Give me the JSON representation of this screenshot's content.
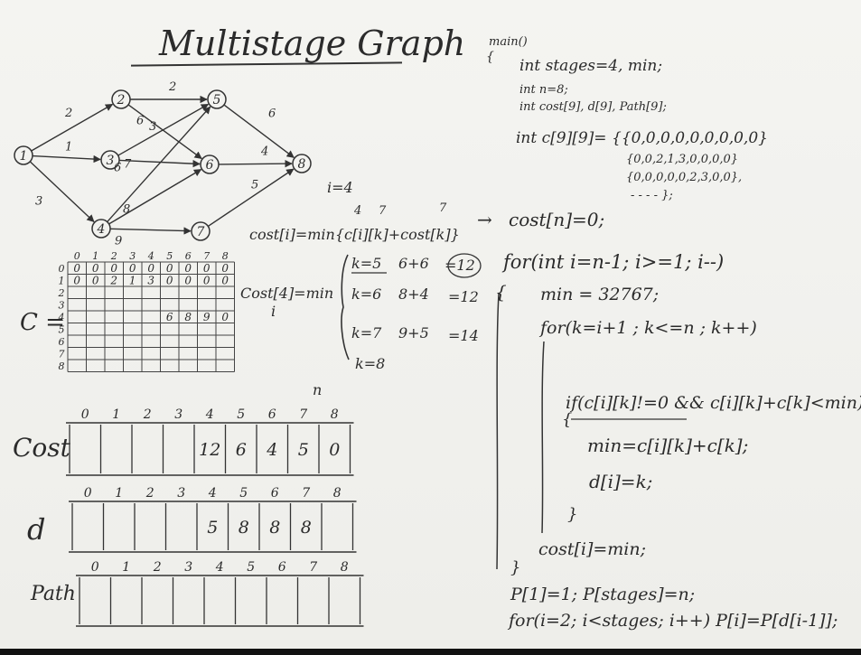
{
  "title": "Multistage Graph",
  "graph": {
    "nodes": [
      "1",
      "2",
      "3",
      "4",
      "5",
      "6",
      "7",
      "8"
    ],
    "edges": [
      {
        "from": "1",
        "to": "2",
        "w": "2"
      },
      {
        "from": "1",
        "to": "3",
        "w": "1"
      },
      {
        "from": "1",
        "to": "4",
        "w": "3"
      },
      {
        "from": "2",
        "to": "5",
        "w": "2"
      },
      {
        "from": "2",
        "to": "6",
        "w": "3"
      },
      {
        "from": "3",
        "to": "5",
        "w": "6"
      },
      {
        "from": "3",
        "to": "6",
        "w": "7"
      },
      {
        "from": "4",
        "to": "5",
        "w": "6"
      },
      {
        "from": "4",
        "to": "6",
        "w": "8"
      },
      {
        "from": "4",
        "to": "7",
        "w": "9"
      },
      {
        "from": "5",
        "to": "8",
        "w": "6"
      },
      {
        "from": "6",
        "to": "8",
        "w": "4"
      },
      {
        "from": "7",
        "to": "8",
        "w": "5"
      }
    ]
  },
  "equations": {
    "i_value": "i=4",
    "superscript_a": "4",
    "superscript_b": "7",
    "superscript_c": "7",
    "general": "cost[i]=min{c[i][k]+cost[k]}",
    "arrow": "→",
    "base": "cost[n]=0;",
    "cost4": "Cost[4]=min",
    "cost4_i": "i",
    "k5": "k=5",
    "k5_expr": "6+6",
    "k5_result": "=12",
    "k6": "k=6",
    "k6_expr": "8+4",
    "k6_result": "=12",
    "k7": "k=7",
    "k7_expr": "9+5",
    "k7_result": "=14",
    "k8": "k=8"
  },
  "c_matrix": {
    "label": "C =",
    "col_headers": [
      "0",
      "1",
      "2",
      "3",
      "4",
      "5",
      "6",
      "7",
      "8"
    ],
    "row_headers": [
      "0",
      "1",
      "2",
      "3",
      "4",
      "5",
      "6",
      "7",
      "8"
    ],
    "rows": [
      [
        "0",
        "0",
        "0",
        "0",
        "0",
        "0",
        "0",
        "0",
        "0"
      ],
      [
        "0",
        "0",
        "2",
        "1",
        "3",
        "0",
        "0",
        "0",
        "0"
      ],
      [
        "",
        "",
        "",
        "",
        "",
        "",
        "",
        "",
        ""
      ],
      [
        "",
        "",
        "",
        "",
        "",
        "",
        "",
        "",
        ""
      ],
      [
        "",
        "",
        "",
        "",
        "",
        "6",
        "8",
        "9",
        "0"
      ],
      [
        "",
        "",
        "",
        "",
        "",
        "",
        "",
        "",
        ""
      ],
      [
        "",
        "",
        "",
        "",
        "",
        "",
        "",
        "",
        ""
      ],
      [
        "",
        "",
        "",
        "",
        "",
        "",
        "",
        "",
        ""
      ],
      [
        "",
        "",
        "",
        "",
        "",
        "",
        "",
        "",
        ""
      ]
    ]
  },
  "arrays": {
    "n_label": "n",
    "cost": {
      "label": "Cost",
      "indices": [
        "0",
        "1",
        "2",
        "3",
        "4",
        "5",
        "6",
        "7",
        "8"
      ],
      "values": [
        "",
        "",
        "",
        "",
        "12",
        "6",
        "4",
        "5",
        "0"
      ]
    },
    "d": {
      "label": "d",
      "indices": [
        "0",
        "1",
        "2",
        "3",
        "4",
        "5",
        "6",
        "7",
        "8"
      ],
      "values": [
        "",
        "",
        "",
        "",
        "5",
        "8",
        "8",
        "8",
        ""
      ]
    },
    "path": {
      "label": "Path",
      "indices": [
        "0",
        "1",
        "2",
        "3",
        "4",
        "5",
        "6",
        "7",
        "8"
      ],
      "values": [
        "",
        "",
        "",
        "",
        "",
        "",
        "",
        "",
        ""
      ]
    }
  },
  "code": {
    "main": "main()",
    "brace_open": "{",
    "line_stages": "int stages=4, min;",
    "line_n": "int n=8;",
    "line_arrays": "int cost[9], d[9], Path[9];",
    "line_c": "int c[9][9]= {{0,0,0,0,0,0,0,0,0}",
    "line_c2": "{0,0,2,1,3,0,0,0,0}",
    "line_c3": "{0,0,0,0,0,2,3,0,0},",
    "line_c4": "- - - - };",
    "for_outer": "for(int i=n-1; i>=1; i--)",
    "outer_brace": "{",
    "min_init": "min = 32767;",
    "for_inner": "for(k=i+1 ; k<=n ; k++)",
    "if_line": "if(c[i][k]!=0 && c[i][k]+c[k]<min)",
    "if_brace": "{",
    "min_assign": "min=c[i][k]+c[k];",
    "d_assign": "d[i]=k;",
    "inner_close": "}",
    "cost_assign": "cost[i]=min;",
    "outer_close": "}",
    "path_init": "P[1]=1; P[stages]=n;",
    "path_loop": "for(i=2; i<stages; i++) P[i]=P[d[i-1]];"
  }
}
